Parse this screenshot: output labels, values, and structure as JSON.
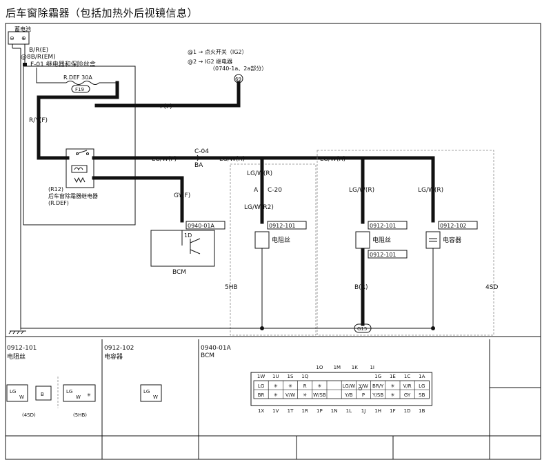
{
  "title": "后车窗除霜器（包括加热外后视镜信息）",
  "battery": {
    "label": "蓄电池",
    "minus": "⊖",
    "plus": "⊕",
    "wire": "B/R(E)",
    "ref": "@8B/R(EM)"
  },
  "fuse_box": {
    "label": "F-01 继电器和保险丝盒",
    "fuse_name": "R.DEF 30A",
    "fuse_id": "F19"
  },
  "legend": {
    "line1": "@1 → 点火开关（IG2）",
    "line2": "@2 → IG2 继电器",
    "line3": "（0740-1a、2a部分）",
    "ref_circle": "69"
  },
  "wires": {
    "p_f": "P(F)",
    "r_y_f": "R/Y(F)",
    "lg_w_f": "LG/W(F)",
    "c04": "C-04",
    "ba": "BA",
    "lg_w_r_1": "LG/W(R)",
    "lg_w_r_2": "LG/W(R)",
    "lg_w_r_3": "LG/W(R)",
    "lg_w_r_4": "LG/W(R)",
    "lg_w_r_5": "LG/W(R)",
    "c20_a": "A",
    "c20": "C-20",
    "lg_w_r2": "LG/W(R2)",
    "gy_f": "GY(F)",
    "b_r": "B(R)"
  },
  "relay": {
    "id": "(R12)",
    "name": "后车窗除霜器继电器",
    "code": "(R.DEF)"
  },
  "bcm": {
    "connector": "0940-01A",
    "pin": "1D",
    "label": "BCM"
  },
  "components": {
    "hb_conn": "0912-101",
    "hb_label": "电阻丝",
    "hb_area": "5HB",
    "sd_conn_top": "0912-101",
    "sd_label": "电阻丝",
    "sd_conn_bottom": "0912-101",
    "cap_conn": "0912-102",
    "cap_label": "电容器",
    "sd_area": "4SD",
    "ground": "G15"
  },
  "connector_table": {
    "c1_id": "0912-101",
    "c1_name": "电阻丝",
    "c1_pin_a1": "LG",
    "c1_pin_a2": "W",
    "c1_pin_b": "B",
    "c1_pin_c1": "LG",
    "c1_pin_c2": "W",
    "c1_pin_c3": "✳",
    "c1_sub_left": "(4SD)",
    "c1_sub_right": "(5HB)",
    "c2_id": "0912-102",
    "c2_name": "电容器",
    "c2_pin_1": "LG",
    "c2_pin_2": "W",
    "c3_id": "0940-01A",
    "c3_name": "BCM",
    "bcm_top_labels": [
      "1O",
      "1M",
      "1K",
      "1I"
    ],
    "bcm_row1_labels": [
      "1W",
      "1U",
      "1S",
      "1Q",
      "1G",
      "1E",
      "1C",
      "1A"
    ],
    "bcm_row2": [
      "LG",
      "✳",
      "✳",
      "R",
      "✳",
      "LG/W",
      "Y/W",
      "BR/Y",
      "✳",
      "V/R",
      "LG"
    ],
    "bcm_row3": [
      "BR",
      "✳",
      "V/W",
      "✳",
      "W/SB",
      "Y/B",
      "P",
      "Y/SB",
      "✳",
      "GY",
      "SB"
    ],
    "bcm_mid_labels": [
      "O"
    ],
    "bcm_bottom_labels": [
      "1X",
      "1V",
      "1T",
      "1R",
      "1P",
      "1N",
      "1L",
      "1J",
      "1H",
      "1F",
      "1D",
      "1B"
    ]
  }
}
